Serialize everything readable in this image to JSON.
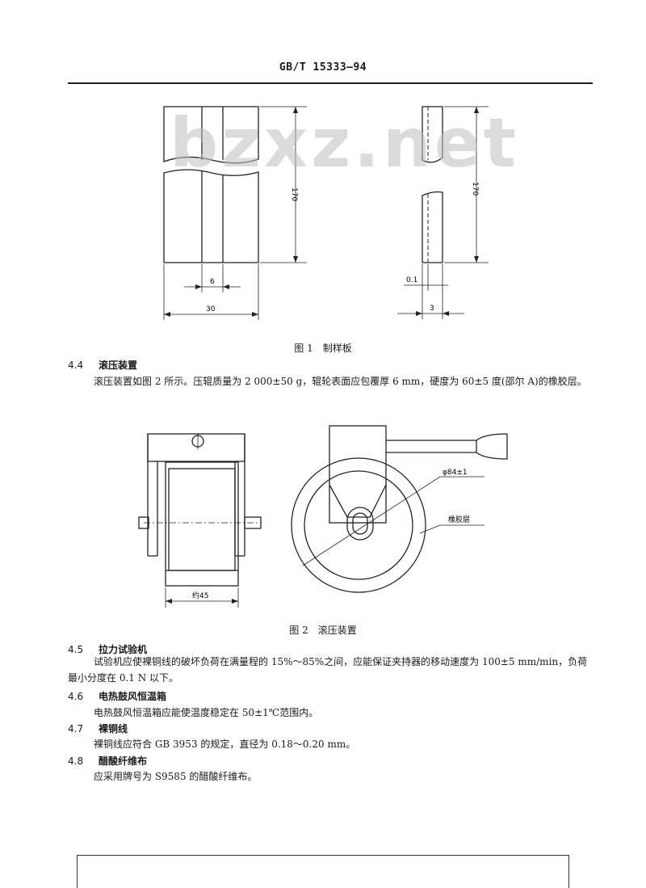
{
  "header": {
    "doc_code": "GB/T 15333—94"
  },
  "watermark": "bzxz.net",
  "fig1": {
    "caption": "图 1　制样板",
    "dims": {
      "height": "170",
      "width_total": "30",
      "width_slot": "6",
      "thickness": "3",
      "gap": "0.1",
      "height_side": "170"
    }
  },
  "s44": {
    "num": "4.4",
    "title": "滚压装置",
    "text": "滚压装置如图 2 所示。压辊质量为 2 000±50 g，辊轮表面应包覆厚 6 mm，硬度为 60±5 度(邵尔 A)的橡胶层。"
  },
  "fig2": {
    "caption": "图 2　滚压装置",
    "dims": {
      "width": "约45",
      "diameter": "φ84±1",
      "rubber": "橡胶层"
    }
  },
  "s45": {
    "num": "4.5",
    "title": "拉力试验机",
    "text": "试验机应使裸铜线的破坏负荷在满量程的 15%～85%之间，应能保证夹持器的移动速度为 100±5 mm/min，负荷最小分度在 0.1 N 以下。"
  },
  "s46": {
    "num": "4.6",
    "title": "电热鼓风恒温箱",
    "text": "电热鼓风恒温箱应能使温度稳定在 50±1℃范围内。"
  },
  "s47": {
    "num": "4.7",
    "title": "裸铜线",
    "text": "裸铜线应符合 GB 3953 的规定，直径为 0.18～0.20 mm。"
  },
  "s48": {
    "num": "4.8",
    "title": "醋酸纤维布",
    "text": "应采用牌号为 S9585 的醋酸纤维布。"
  }
}
